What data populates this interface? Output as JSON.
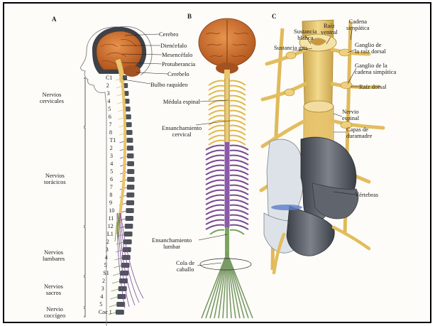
{
  "panels": {
    "a": {
      "letter": "A",
      "groups": [
        {
          "id": "cervicales",
          "text": "Nervios\ncervicales"
        },
        {
          "id": "toracicos",
          "text": "Nervios\ntorácicos"
        },
        {
          "id": "lumbares",
          "text": "Nervios\nlumbares"
        },
        {
          "id": "sacros",
          "text": "Nervios\nsacros"
        },
        {
          "id": "coccigeo",
          "text": "Nervio\ncoccígeo"
        }
      ],
      "structures": [
        "Cerebro",
        "Dienćefalo",
        "Mesencéfalo",
        "Protuberancia",
        "Cerebelo",
        "Bulbo raquídeo"
      ],
      "vertebra_numbers": [
        "C1",
        "2",
        "3",
        "4",
        "5",
        "6",
        "7",
        "8",
        "T1",
        "2",
        "3",
        "4",
        "5",
        "6",
        "7",
        "8",
        "9",
        "10",
        "11",
        "12",
        "L1",
        "2",
        "3",
        "4",
        "5",
        "S1",
        "2",
        "3",
        "4",
        "5",
        "Coc 1"
      ]
    },
    "b": {
      "letter": "B",
      "labels": [
        "Médula espinal",
        "Ensanchamiento\ncervical",
        "Ensanchamiento\nlumbar",
        "Cola de\ncaballo"
      ]
    },
    "c": {
      "letter": "C",
      "labels": [
        "Cadena\nsimpática",
        "Raíz\nventral",
        "Sustancia\nblanca",
        "Sustancia gris",
        "Ganglio de\nla raíz dorsal",
        "Ganglio de la\ncadena simpática",
        "Raíz dorsal",
        "Nervio\nespinal",
        "Capas de\nduramadre",
        "Vértebras"
      ]
    }
  },
  "colors": {
    "nerve": "#e8c46a",
    "brain": "#d07434",
    "purple": "#7a4c96",
    "green": "#7aa55c",
    "bone": "#555a63",
    "skin": "#f4f4f4"
  }
}
